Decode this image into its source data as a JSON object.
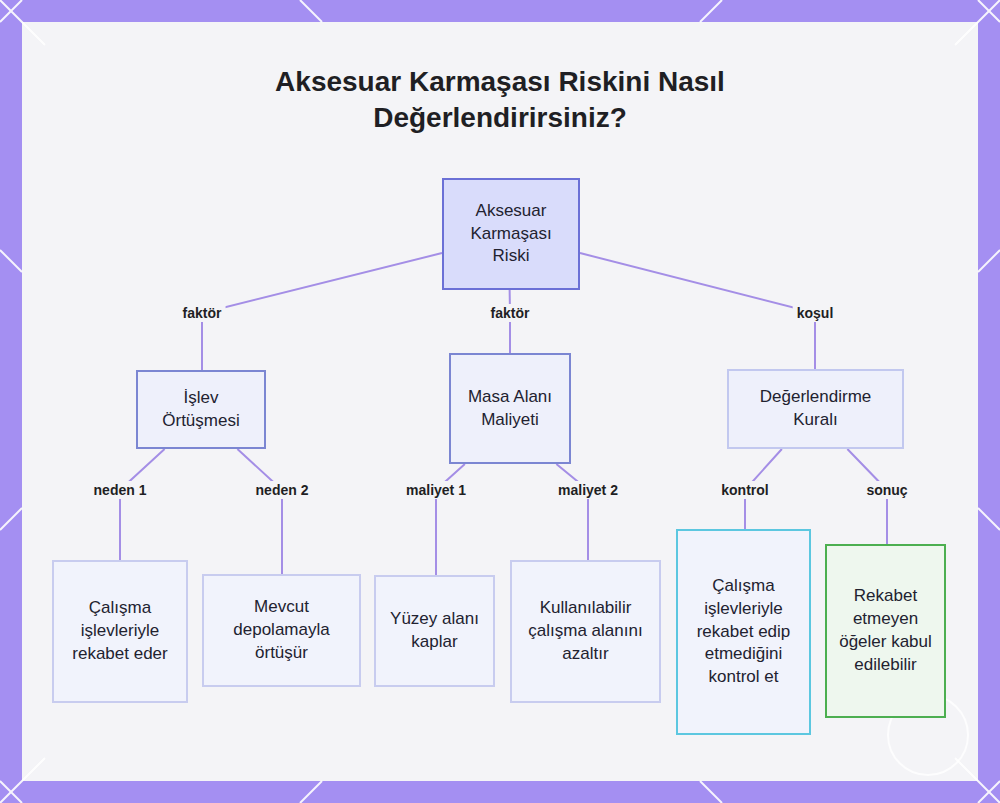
{
  "diagram": {
    "title": "Aksesuar Karmaşası Riskini Nasıl Değerlendirirsiniz?",
    "nodes": [
      {
        "text": [
          "Aksesuar Karmaşası Riski"
        ]
      },
      {
        "text": [
          "İşlev Örtüşmesi"
        ]
      },
      {
        "text": [
          "Masa Alanı Maliyeti"
        ]
      },
      {
        "text": [
          "Değerlendirme Kuralı"
        ]
      },
      {
        "text": [
          "Çalışma işlevleriyle rekabet eder"
        ]
      },
      {
        "text": [
          "Mevcut depolamayla örtüşür"
        ]
      },
      {
        "text": [
          "Yüzey alanı kaplar"
        ]
      },
      {
        "text": [
          "Kullanılabilir çalışma alanını azaltır"
        ]
      },
      {
        "text": [
          "Çalışma işlevleriyle rekabet edip etmediğini kontrol et"
        ]
      },
      {
        "text": [
          "Rekabet etmeyen öğeler kabul edilebilir"
        ]
      }
    ],
    "edges": [
      {
        "from": 0,
        "to": 1,
        "label": "faktör",
        "arrow": "none"
      },
      {
        "from": 0,
        "to": 2,
        "label": "faktör",
        "arrow": "none"
      },
      {
        "from": 0,
        "to": 3,
        "label": "koşul",
        "arrow": "none"
      },
      {
        "from": 1,
        "to": 4,
        "label": "neden 1",
        "arrow": "none"
      },
      {
        "from": 1,
        "to": 5,
        "label": "neden 2",
        "arrow": "none"
      },
      {
        "from": 2,
        "to": 6,
        "label": "maliyet 1",
        "arrow": "none"
      },
      {
        "from": 2,
        "to": 7,
        "label": "maliyet 2",
        "arrow": "none"
      },
      {
        "from": 3,
        "to": 8,
        "label": "kontrol",
        "arrow": "none"
      },
      {
        "from": 3,
        "to": 9,
        "label": "sonuç",
        "arrow": "none"
      }
    ]
  }
}
